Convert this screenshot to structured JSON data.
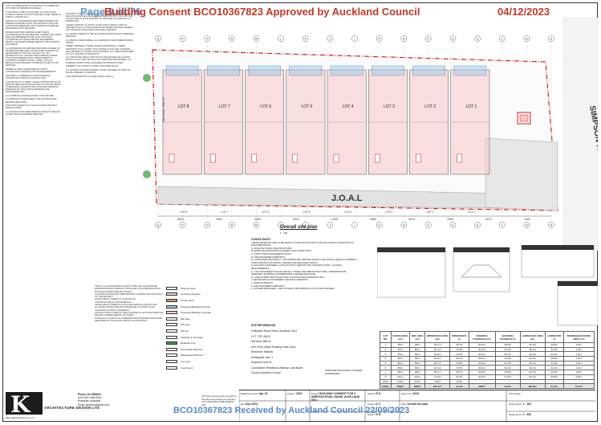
{
  "banner": {
    "page": "Page 3 of 76",
    "title": "Building Consent BCO10367823 Approved by Auckland Council",
    "date": "04/12/2023",
    "received": "BCO10367823 Received by Auckland Council 22/09/2023"
  },
  "notes_left": [
    "COPY ALL DIMENSIONS ON SITE PRIOR TO COMMENCING ANY WORK OR ORDERING MATERIALS.",
    "IF \"SEA SPRAY ZONE\" IS INDICATED, ALL STRUCTURAL FIXINGS TO BE MIN TYPE 316 STAINLESS STEEL. REFER TO TABLE 4.1 NZS3604:2011.",
    "SHOULD ANY DISCREPANCIES BETWEEN DRAWINGS OR SPECIFICATIONS BE FOUND, THE ARCHITECT SHALL BE CONTACTED IMMEDIATELY FOR CLARIFICATION BEFORE PROCEEDING WITH THE WORK.",
    "WORKMANSHIP AND MATERIALS ARE TO BE IN ACCORDANCE WITH THE RELEVANT CURRENT NZS CODES NZBC AND AMENDMENTS AND LOCAL STATUTORY AUTHORITIES OR UNLESS SPECIFIC ENGINEERING DESIGN. USE EXCEPT WHERE VARIED BY THE CONTRACT DOCUMENTS.",
    "ALL INFORMATION ON SERVICES PROVIDED IS BASED ON INFORMATION RECEIVED. THE ARCHITECT ACCEPTS NO RESPONSIBILITY FOR THE ACCURACY OF THIS INFORMATION. ALL CONTRACTORS WORKING OUTSIDE THE SITE BOUNDARIES SHALL OBTAIN PERMITS & AUTHORITY CONSENT & SHALL COMPLY WITH ALL REGULATIONS IN REGARD TO WORKING CLOSE TO LIVE SERVICES.",
    "WHERE ALL WORK UNDERTAKEN ON SITE BY CONTRACTOR COMPLIES WITH 2004 REQUIREMENTS.",
    "ARCHITECT TO OBSERVE ALL SHOP DRAWINGS SATISFACTORY PRIOR TO CONSTRUCTION.",
    "CONTRACTOR IS TO VERIFY & MAKE THE POSITION OF ALL GROUND SERVICES ON OR ADJACENT TO THE SITE PRIOR TO BEGINNING CONSTRUCTION. POSITIONS SHOWN ON DRAWINGS OR CONSULTANTS DRAWINGS ARE APPROXIMATE ONLY.",
    "ALL PLUMBING & DRAINAGE WORK TO BE NZS 3500.",
    "ALL WINDOWS & DOORS NEED TO BE SITE MEASURED BEFORE FABRICATION.",
    "INSULATION: REFER TO H1 CALCULATIONS & PROJECT SPECIFICATIONS.",
    "ALL DOUBLE STUDS UNDER BEAMS & LINTELS TO BE NAIL-GLUED UNLESS OTHERWISE DIRECTED."
  ],
  "notes_mid": [
    "SUPPORT TO NON-LOADBEARING WALLS: UNDER NON-LOADBEARING WALLS PROVIDE SOLID BLOCKING BETWEEN JOISTS AT 1.2m CRS. AND AT EACH SIDE OF SOLID BLOCKING TO 150x50 MM H1.2 MSB NAILS TO NZS3604:2011.",
    "LATERAL SUPPORT OF JOISTS: FLOOR JOISTS HAVING A SPAN OF GREATER THAN 3.0m SHALL BE BLOCKED. WHERE THE SPAN EXCEEDS 3.5m THE ROWS OF BLOCKING SHALL BE AT MIDSPAN.",
    "ALL RADIATA FRAMING TO BE SG8 STRESS GRADE UNLESS OTHERWISE SPECIFIED.",
    "ALL FRAMING SIZES MINIMAL. ALL DIMENSIONS OVER TIMBER FRAMING SHOWN.",
    "TIMBER TREATMENT, UNLESS STATED OTHERWISE ALL TIMBER TREATMENT SHALL COMPLY WITH NZS3602 AS FOLLOWS: EXTERNAL WALL FRAMING H1.2 BORON; ROOF FRAMING H1.2; SUBFLOOR FRAMING H3.2 CCA; FRAMING IN GROUND H5.",
    "ALL STRUCTURAL METAL FIXINGS THAT ARE EXPOSED OR LOCATED WITHIN A CAVITY WITH SEA SALT OR CORROSIVE ATMOSPHERES. ALL INTERNAL FIXINGS TO BE GALVANISED OR STAINLESS STEEL.",
    "DURABILITY OF FIXINGS TO COMPLY WITH NZBC B2 AS1.",
    "ALL SANITARY FIXTURES FORMING WITHIN 5 DEGREES OF VERTICAL AND BE SCREWED TO FRAMING.",
    "AVOID PENETRATIONS TO INTER-TENANCY WALLS."
  ],
  "bottom_notes_1": [
    "TILES TO ALL BATHROOM FLOORS TO BE LAID ON APPROVED WATERPROOFING UNDERLAY INSTALLED IN ACCORDANCE WITH MANUFACTURERS SPECIFICATIONS.",
    "ALL WORK IN ARCHITECTURE (DESIGN) TO SHOW THE COPYRIGHT OF THIS PROJECT.",
    "LEVELS ARE IN TERMS OF LAND DATUM.",
    "CONTOURS ARE AT 0.5M INTERVALS.",
    "LEVELS ARE IN TERMS OF AUCKLAND VERTICAL DATUM 1946.",
    "ALL WORK ASSOCIATED WITH DRAINAGE TO COMPLY WITH AUCKLAND COUNCIL STANDARDS.",
    "CONTRACTOR TO IDENTIFY AND CONFIRM ALL EXISTING SERVICES BEFORE COMMENCEMENT OF WORKS.",
    "THE EXACT LOCATION OF UNDERGROUND PIPELINES SHOULD BE IDENTIFIED BY POTHOLING PRIOR TO EXCAVATION."
  ],
  "legend": [
    {
      "label": "Channel drain",
      "color": "#ffffff"
    },
    {
      "label": "Concrete driveway",
      "color": "#d9d9d9"
    },
    {
      "label": "Timber deck",
      "color": "#c79a5a"
    },
    {
      "label": "Proposed Building Footprint",
      "color": "#9ec7e8"
    },
    {
      "label": "Proposed Building Coverage",
      "color": "#f5d0d0"
    },
    {
      "label": "300 pipe",
      "color": "#ffffff"
    },
    {
      "label": "150 pipe",
      "color": "#ffffff"
    },
    {
      "label": "100 top",
      "color": "#ffffff"
    },
    {
      "label": "Catchpit on driveway",
      "color": "#ffffff"
    },
    {
      "label": "Retained Tree",
      "color": "#3b9b3b"
    },
    {
      "label": "Stormwater Manhole",
      "color": "#ffffff"
    },
    {
      "label": "Wastewater Manhole",
      "color": "#ffffff"
    },
    {
      "label": "Lot Level",
      "color": "#ffffff"
    },
    {
      "label": "Invert Level",
      "color": "#ffffff"
    }
  ],
  "consultants": {
    "heading": "CONSULTANTS:",
    "intro": "THESE DRAWINGS ARE TO BE READ IN CONJUNCTION WITH THE FOLLOWING CONSULTANT'S DOCUMENTATION:",
    "items": [
      "A. ARCHITECTURAL SPECIFICATIONS",
      "B. APPROVED RESOURCE CONSENT AND CONDITIONS",
      "C. STRUCTURAL ENGINEER'S PLANS",
      "D. FIRE ENGINEER'S REPORTS",
      "E. LANDSCAPE ARCHITECT - FOR PROPOSED GROUND LEVELS AND PAVING LEVELS, EXTERNAL LANDSCAPING & PLANTING, FENCES AND RETAINING WALLS.",
      "F. ACOUSTIC ENGINEER - FOR ACOUSTIC REPORT AND CONSTRUCTION / GLAZING REQUIREMENTS.",
      "G. CIVIL ENGINEER'S PLANS FOR ALL OTHER SITE INFRASTRUCTURE, UNDERGROUND SERVICES, EXTERNAL STORMWATER & SEWER DRAINAGE.",
      "H. LAND SURVEYOR'S PLANS FOR CONTOUR AND SCHEME PLANS.",
      "I. GEOTECHNICAL ENGINEER'S GEOTECH REPORTS.",
      "J. TRAFFIC REPORT",
      "K. H&S ENGINEER'S REPORTS",
      "L. KITCHEN DESIGNER - FOR KITCHEN & BATHROOM LAYOUT AND FINISHES"
    ]
  },
  "site_info": {
    "heading": "SITE INFORMATION",
    "rows": [
      "8 Simpson Road, Ranui, Auckland, 0612",
      "LOT 7 DP 40413",
      "Site Area: 858 m²",
      "AUP Zone: Mixed Housing Urban Zone",
      "Windzone: Medium",
      "Earthquake zone: 1",
      "Exposure Zone: B",
      "Local Board: Henderson-Massey Local Board",
      "Council: Auckland Council"
    ]
  },
  "approved_note": "APPROVED RESOURCE CONSENT: BUN60402806",
  "site_plan": {
    "title": "Overall site plan",
    "scale": "1 : 150",
    "road": "SIMPSON ROAD",
    "joal": "J.O.A.L",
    "lots": [
      "LOT 8",
      "LOT 7",
      "LOT 6",
      "LOT 5",
      "LOT 4",
      "LOT 3",
      "LOT 2",
      "LOT 1"
    ],
    "dims": [
      "5815",
      "4925",
      "4925",
      "5010",
      "2250",
      "4880",
      "5010",
      "2250",
      "5070",
      "2420"
    ],
    "grids": [
      "Q",
      "P",
      "O",
      "N",
      "M",
      "L",
      "K",
      "J",
      "I",
      "H",
      "G",
      "F",
      "E",
      "D",
      "C",
      "B",
      "A"
    ],
    "area_label": "Site Area: 858 m²",
    "bottom_labels": [
      "LOT 8",
      "LOT 7",
      "LOT 6",
      "LOT 5",
      "LOT 4",
      "LOT 3",
      "LOT 2",
      "LOT 1"
    ]
  },
  "schedule": {
    "headers": [
      "LOT NO.",
      "GROSS AREA (m²)",
      "NET AREA (m²)",
      "IMPERVIOUS AREA (m²)",
      "IMPERVIOUS %",
      "BUILDING COVERAGE (m²)",
      "BUILDING COVERAGE %",
      "LANDSCAPE AREA (m²)",
      "LANDSCAPE %",
      "PERMEABLE PAVING AREA (m²)"
    ],
    "rows": [
      [
        "1",
        "98m²",
        "98m²",
        "66.7m²",
        "68.1%",
        "46.0m²",
        "46.9%",
        "26.4m²",
        "26.9%",
        "4.9m²"
      ],
      [
        "2",
        "85m²",
        "85m²",
        "62.7m²",
        "73.8%",
        "46.0m²",
        "54.1%",
        "18.1m²",
        "21.3%",
        "4.2m²"
      ],
      [
        "3",
        "85m²",
        "85m²",
        "62.6m²",
        "73.6%",
        "46.0m²",
        "54.1%",
        "18.2m²",
        "21.4%",
        "4.2m²"
      ],
      [
        "4",
        "98m²",
        "98m²",
        "66.8m²",
        "68.2%",
        "46.0m²",
        "46.9%",
        "26.3m²",
        "26.8%",
        "4.9m²"
      ],
      [
        "5",
        "85m²",
        "85m²",
        "62.7m²",
        "73.8%",
        "46.0m²",
        "54.1%",
        "18.1m²",
        "21.3%",
        "4.2m²"
      ],
      [
        "6",
        "85m²",
        "85m²",
        "62.6m²",
        "73.6%",
        "46.0m²",
        "54.1%",
        "18.2m²",
        "21.4%",
        "4.2m²"
      ],
      [
        "7",
        "98m²",
        "98m²",
        "66.7m²",
        "68.1%",
        "46.0m²",
        "46.9%",
        "26.4m²",
        "26.9%",
        "4.9m²"
      ],
      [
        "8",
        "111m²",
        "111m²",
        "71.2m²",
        "64.1%",
        "46.0m²",
        "41.4%",
        "34.2m²",
        "30.8%",
        "5.6m²"
      ],
      [
        "JOAL",
        "113m²",
        "113m²",
        "113m²",
        "100%",
        "-",
        "-",
        "-",
        "-",
        "-"
      ]
    ],
    "total": [
      "TOTAL",
      "858m²",
      "858m²",
      "635.7m²",
      "74.1%",
      "368m²",
      "42.9%",
      "185.9m²",
      "21.7%",
      "37.1m²"
    ]
  },
  "title_block": {
    "logo_letter": "K",
    "firm": "ARCHITECTURE DESIGN LTD",
    "website": "https://kjarchitecture.co.nz/",
    "contact": [
      "Phone: 09 4306616",
      "Unit G3/4 Orbit Drive,",
      "Rosedale, Auckland",
      "Email: kjarchnz@gmail.com"
    ],
    "disclaimer": "This document and the copyright in this document remain the property of KJ ARCHITECTURE DESIGN LTD.",
    "cells": [
      {
        "label": "Building consent",
        "value": "Apr 23"
      },
      {
        "label": "Rev",
        "value": "Sep 2023"
      },
      {
        "label": "Project:",
        "value": "2022"
      },
      {
        "label": "Project",
        "value": "BUILDING CONSENT FOR 3 SIMPSON ROAD, RANUI, AUCKLAND 0612"
      },
      {
        "label": "Drawn:",
        "value": "R.G"
      },
      {
        "label": "Check:",
        "value": "K.C"
      },
      {
        "label": "Drawn:",
        "value": "R.G"
      },
      {
        "label": "Sheet No:",
        "value": "A103"
      },
      {
        "label": "Title:",
        "value": "Overall site plan"
      },
      {
        "label": "Print Scale:",
        "value": ""
      },
      {
        "label": "Scale @ A1:",
        "value": "1 : 100"
      },
      {
        "label": "Scale @ A3:",
        "value": "1 : 200"
      }
    ]
  },
  "colors": {
    "approval_red": "#c0392b",
    "received_blue": "#5b86c9",
    "building_pink": "#f5c6c6",
    "footprint_blue": "#9ec7e8",
    "boundary_red": "#d12020",
    "tree_green": "#3b9b3b"
  }
}
